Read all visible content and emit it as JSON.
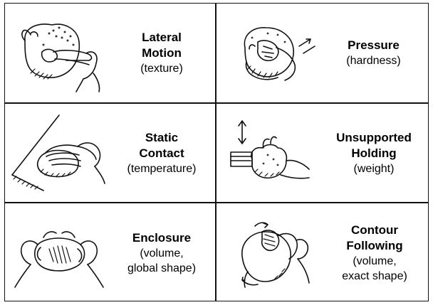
{
  "cells": [
    {
      "title_lines": [
        "Lateral",
        "Motion"
      ],
      "property_lines": [
        "(texture)"
      ],
      "icon": "lateral-motion-hand-icon"
    },
    {
      "title_lines": [
        "Pressure"
      ],
      "property_lines": [
        "(hardness)"
      ],
      "icon": "pressure-hand-icon"
    },
    {
      "title_lines": [
        "Static",
        "Contact"
      ],
      "property_lines": [
        "(temperature)"
      ],
      "icon": "static-contact-hand-icon"
    },
    {
      "title_lines": [
        "Unsupported",
        "Holding"
      ],
      "property_lines": [
        "(weight)"
      ],
      "icon": "unsupported-holding-hand-icon"
    },
    {
      "title_lines": [
        "Enclosure"
      ],
      "property_lines": [
        "(volume,",
        "global shape)"
      ],
      "icon": "enclosure-hands-icon"
    },
    {
      "title_lines": [
        "Contour",
        "Following"
      ],
      "property_lines": [
        "(volume,",
        "exact shape)"
      ],
      "icon": "contour-following-hand-icon"
    }
  ],
  "colors": {
    "line": "#111111",
    "background": "#ffffff"
  }
}
